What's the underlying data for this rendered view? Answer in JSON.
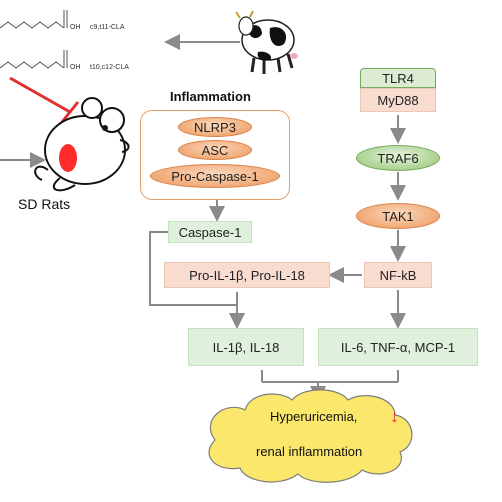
{
  "molecules": {
    "cla1": "c9,t11-CLA",
    "cla2": "t10,c12-CLA",
    "oh": "OH"
  },
  "rats_label": "SD Rats",
  "inflammation_title": "Inflammation",
  "complex": {
    "nlrp3": "NLRP3",
    "asc": "ASC",
    "pro_caspase": "Pro-Caspase-1"
  },
  "caspase1": "Caspase-1",
  "pro_il": "Pro-IL-1β, Pro-IL-18",
  "il_out": "IL-1β, IL-18",
  "pathway": {
    "tlr4": "TLR4",
    "myd88": "MyD88",
    "traf6": "TRAF6",
    "tak1": "TAK1",
    "nfkb": "NF-kB"
  },
  "cytokines": "IL-6, TNF-α, MCP-1",
  "outcome": {
    "line1": "Hyperuricemia,",
    "line2": "renal inflammation",
    "arrow": "↓"
  },
  "colors": {
    "arrow_gray": "#8a8a8a",
    "inhibit_red": "#e03030"
  }
}
